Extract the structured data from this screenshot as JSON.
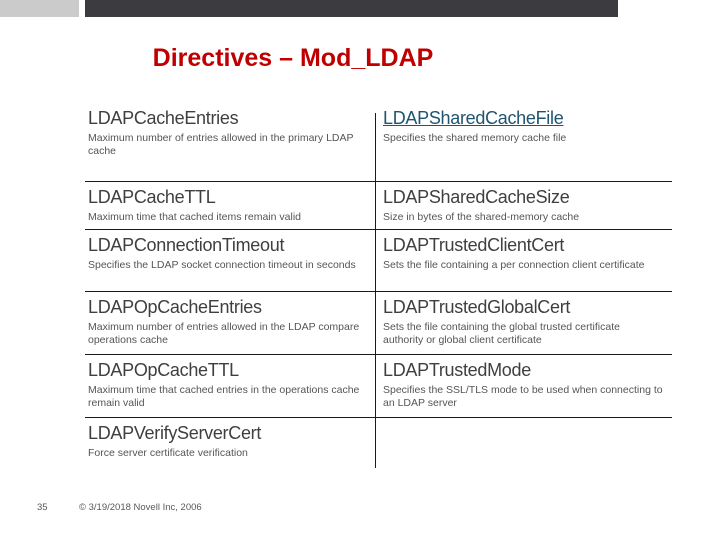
{
  "header": {
    "title": "Directives – Mod_LDAP"
  },
  "table": {
    "rows": [
      {
        "left": {
          "name": "LDAPCacheEntries",
          "desc": "Maximum number of entries allowed in the primary LDAP cache",
          "link": false
        },
        "right": {
          "name": "LDAPSharedCacheFile",
          "desc": "Specifies the shared memory cache file",
          "link": true
        }
      },
      {
        "left": {
          "name": "LDAPCacheTTL",
          "desc": "Maximum time that cached items remain valid",
          "link": false
        },
        "right": {
          "name": "LDAPSharedCacheSize",
          "desc": "Size in bytes of the shared-memory cache",
          "link": false
        }
      },
      {
        "left": {
          "name": "LDAPConnectionTimeout",
          "desc": "Specifies the LDAP socket connection timeout in seconds",
          "link": false
        },
        "right": {
          "name": "LDAPTrustedClientCert",
          "desc": "Sets the file containing a per connection client certificate",
          "link": false
        }
      },
      {
        "left": {
          "name": "LDAPOpCacheEntries",
          "desc": "Maximum number of entries allowed in the LDAP compare operations cache",
          "link": false
        },
        "right": {
          "name": "LDAPTrustedGlobalCert",
          "desc": "Sets the file containing the global trusted certificate authority or global client certificate",
          "link": false
        }
      },
      {
        "left": {
          "name": "LDAPOpCacheTTL",
          "desc": "Maximum time that cached entries in the operations cache remain valid",
          "link": false
        },
        "right": {
          "name": "LDAPTrustedMode",
          "desc": "Specifies the SSL/TLS mode to be used when connecting to an LDAP server",
          "link": false
        }
      },
      {
        "left": {
          "name": "LDAPVerifyServerCert",
          "desc": "Force server certificate verification",
          "link": false
        },
        "right": null
      }
    ]
  },
  "footer": {
    "slide_number": "35",
    "copyright": "© 3/19/2018 Novell Inc, 2006"
  },
  "colors": {
    "title_red": "#C00000",
    "link_blue": "#1F5470",
    "heading_gray": "#3F3F3F",
    "desc_gray": "#555555",
    "bar_dark": "#3B3B40",
    "bar_light": "#CBCBCB",
    "line_black": "#1a1a1a",
    "footer_gray": "#595959"
  }
}
